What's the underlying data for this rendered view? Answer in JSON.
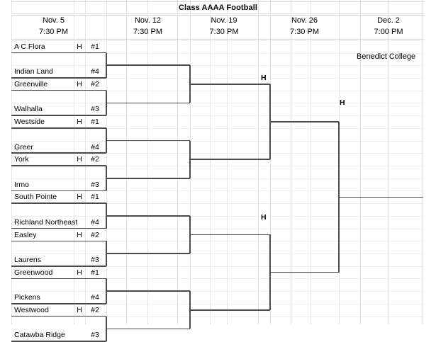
{
  "title": "Class AAAA Football",
  "rounds": [
    {
      "date": "Nov. 5",
      "time": "7:30 PM"
    },
    {
      "date": "Nov. 12",
      "time": "7:30 PM"
    },
    {
      "date": "Nov. 19",
      "time": "7:30 PM"
    },
    {
      "date": "Nov. 26",
      "time": "7:30 PM"
    },
    {
      "date": "Dec. 2",
      "time": "7:00 PM"
    }
  ],
  "teams": [
    {
      "name": "A C Flora",
      "home": "H",
      "seed": "#1"
    },
    {
      "name": "Indian Land",
      "home": "",
      "seed": "#4"
    },
    {
      "name": "Greenville",
      "home": "H",
      "seed": "#2"
    },
    {
      "name": "Walhalla",
      "home": "",
      "seed": "#3"
    },
    {
      "name": "Westside",
      "home": "H",
      "seed": "#1"
    },
    {
      "name": "Greer",
      "home": "",
      "seed": "#4"
    },
    {
      "name": "York",
      "home": "H",
      "seed": "#2"
    },
    {
      "name": "Irmo",
      "home": "",
      "seed": "#3"
    },
    {
      "name": "South Pointe",
      "home": "H",
      "seed": "#1"
    },
    {
      "name": "Richland Northeast",
      "home": "",
      "seed": "#4"
    },
    {
      "name": "Easley",
      "home": "H",
      "seed": "#2"
    },
    {
      "name": "Laurens",
      "home": "",
      "seed": "#3"
    },
    {
      "name": "Greenwood",
      "home": "H",
      "seed": "#1"
    },
    {
      "name": "Pickens",
      "home": "",
      "seed": "#4"
    },
    {
      "name": "Westwood",
      "home": "H",
      "seed": "#2"
    },
    {
      "name": "Catawba Ridge",
      "home": "",
      "seed": "#3"
    }
  ],
  "host_markers": [
    {
      "label": "H"
    },
    {
      "label": "H"
    },
    {
      "label": "H"
    }
  ],
  "championship_site": "Benedict College",
  "colors": {
    "bracket_line": "#4a4a4a",
    "grid_line": "#e3e3e3",
    "text": "#000000"
  }
}
